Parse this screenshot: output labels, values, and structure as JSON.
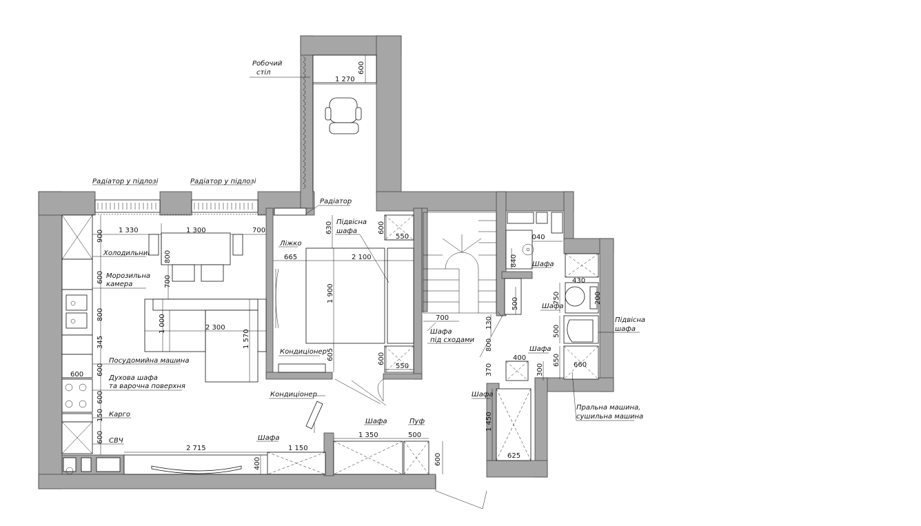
{
  "labels": {
    "work_desk_1": "Робочий",
    "work_desk_2": "стіл",
    "floor_radiator_1": "Радіатор у підлозі",
    "floor_radiator_2": "Радіатор у підлозі",
    "radiator": "Радіатор",
    "hanging_wardrobe_1": "Підвісна",
    "hanging_wardrobe_2": "шафа",
    "bed": "Ліжко",
    "fridge": "Холодильник",
    "freezer_1": "Морозильна",
    "freezer_2": "камера",
    "dishwasher": "Посудомийна машина",
    "oven_1": "Духова шафа",
    "oven_2": "та варочна поверхня",
    "cargo": "Карго",
    "microwave": "СВЧ",
    "ac_1": "Кондиціонер",
    "ac_2": "Кондиціонер",
    "wardrobe_hall": "Шафа",
    "wardrobe_entry": "Шафа",
    "pouf": "Пуф",
    "wardrobe_stairs_1": "Шафа",
    "wardrobe_stairs_2": "під сходами",
    "wardrobe_corridor": "Шафа",
    "wardrobe_bath_1": "Шафа",
    "wardrobe_bath_2": "Шафа",
    "wardrobe_bath_3": "Шафа",
    "hanging_bath_1": "Підвісна",
    "hanging_bath_2": "шафа",
    "washer_1": "Пральна машина,",
    "washer_2": "сушильна машина"
  },
  "dims": {
    "d600_desk": "600",
    "d1270": "1 270",
    "d1330": "1 330",
    "d1300": "1 300",
    "d700_top": "700",
    "d630": "630",
    "d600_w1": "600",
    "d550_a": "550",
    "d900": "900",
    "d800_t": "800",
    "d665": "665",
    "d2100": "2 100",
    "d600_f": "600",
    "d700_t": "700",
    "d1900": "1 900",
    "d800_s": "800",
    "d1000": "1 000",
    "d2300": "2 300",
    "d1570": "1 570",
    "d345": "345",
    "d605": "605",
    "d600_w2": "600",
    "d550_b": "550",
    "d600_k1": "600",
    "d600_h": "600",
    "d600_k2": "600",
    "d150": "150",
    "d600_k3": "600",
    "d2715": "2 715",
    "d1150": "1 150",
    "d400_tv": "400",
    "d1350": "1 350",
    "d500_p": "500",
    "d600_e": "600",
    "d700_st": "700",
    "d130": "130",
    "d800_b": "800",
    "d370": "370",
    "d1450": "1 450",
    "d625": "625",
    "d1040": "1 040",
    "d840": "840",
    "d430": "430",
    "d500_b": "500",
    "d750": "750",
    "d500_c": "500",
    "d200": "200",
    "d400_b": "400",
    "d300": "300",
    "d650": "650",
    "d660": "660"
  }
}
